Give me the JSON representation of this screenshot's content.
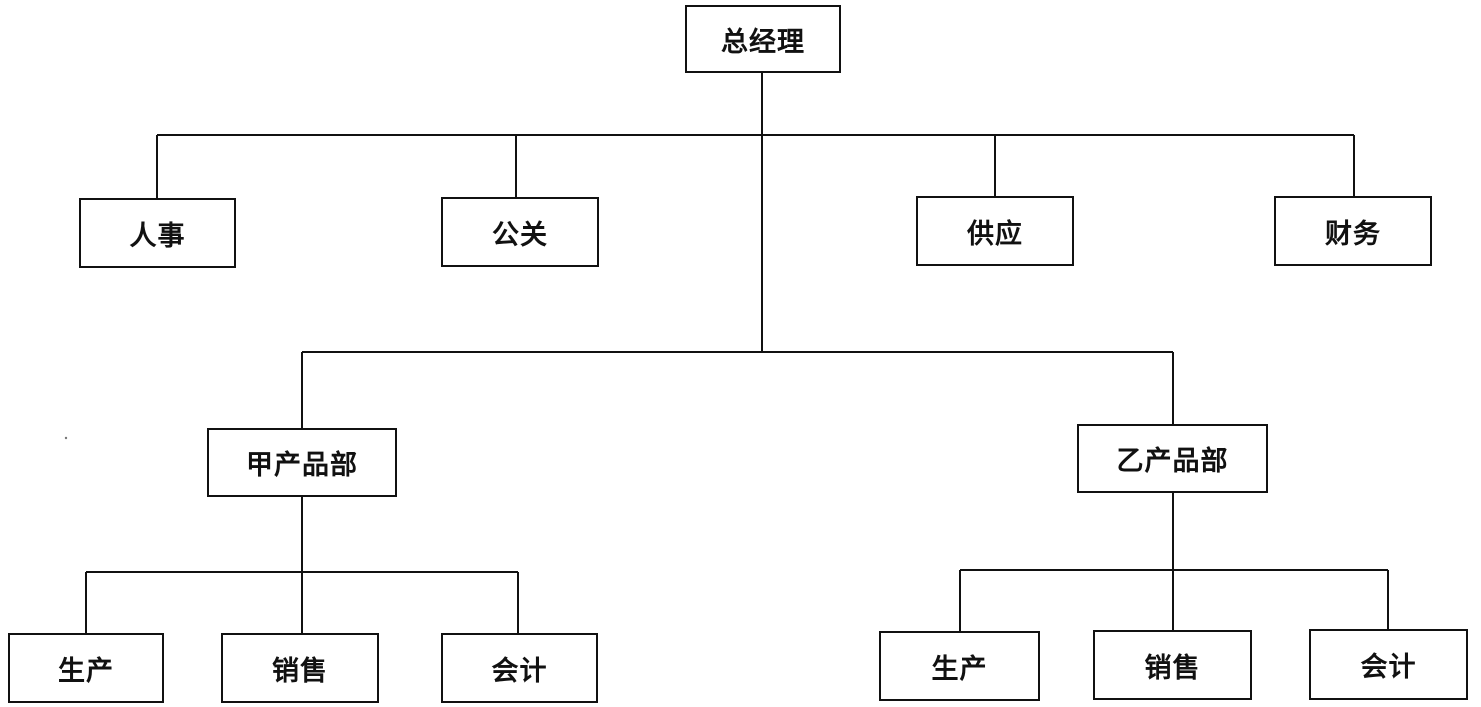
{
  "chart": {
    "top": {
      "label": "总经理"
    },
    "functional": [
      {
        "label": "人事"
      },
      {
        "label": "公关"
      },
      {
        "label": "供应"
      },
      {
        "label": "财务"
      }
    ],
    "divisions": [
      {
        "label": "甲产品部",
        "units": [
          {
            "label": "生产"
          },
          {
            "label": "销售"
          },
          {
            "label": "会计"
          }
        ]
      },
      {
        "label": "乙产品部",
        "units": [
          {
            "label": "生产"
          },
          {
            "label": "销售"
          },
          {
            "label": "会计"
          }
        ]
      }
    ]
  }
}
